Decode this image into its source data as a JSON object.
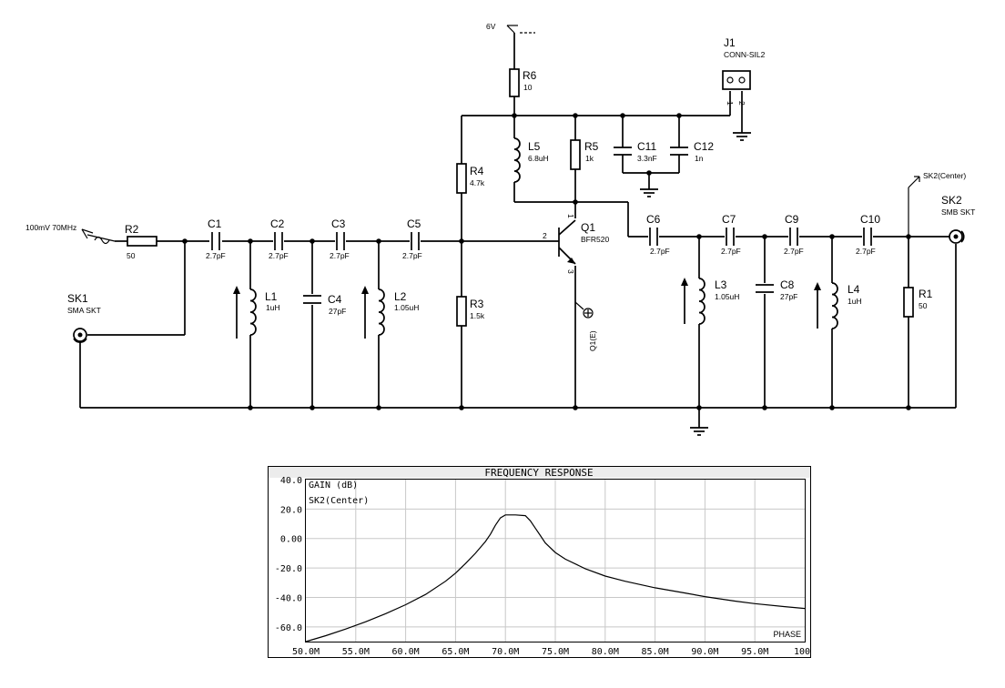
{
  "schematic": {
    "supply": {
      "label": "6V"
    },
    "source": {
      "label": "100mV 70MHz"
    },
    "components": {
      "R1": {
        "ref": "R1",
        "value": "50"
      },
      "R2": {
        "ref": "R2",
        "value": "50"
      },
      "R3": {
        "ref": "R3",
        "value": "1.5k"
      },
      "R4": {
        "ref": "R4",
        "value": "4.7k"
      },
      "R5": {
        "ref": "R5",
        "value": "1k"
      },
      "R6": {
        "ref": "R6",
        "value": "10"
      },
      "C1": {
        "ref": "C1",
        "value": "2.7pF"
      },
      "C2": {
        "ref": "C2",
        "value": "2.7pF"
      },
      "C3": {
        "ref": "C3",
        "value": "2.7pF"
      },
      "C4": {
        "ref": "C4",
        "value": "27pF"
      },
      "C5": {
        "ref": "C5",
        "value": "2.7pF"
      },
      "C6": {
        "ref": "C6",
        "value": "2.7pF"
      },
      "C7": {
        "ref": "C7",
        "value": "2.7pF"
      },
      "C8": {
        "ref": "C8",
        "value": "27pF"
      },
      "C9": {
        "ref": "C9",
        "value": "2.7pF"
      },
      "C10": {
        "ref": "C10",
        "value": "2.7pF"
      },
      "C11": {
        "ref": "C11",
        "value": "3.3nF"
      },
      "C12": {
        "ref": "C12",
        "value": "1n"
      },
      "L1": {
        "ref": "L1",
        "value": "1uH"
      },
      "L2": {
        "ref": "L2",
        "value": "1.05uH"
      },
      "L3": {
        "ref": "L3",
        "value": "1.05uH"
      },
      "L4": {
        "ref": "L4",
        "value": "1uH"
      },
      "L5": {
        "ref": "L5",
        "value": "6.8uH"
      },
      "Q1": {
        "ref": "Q1",
        "value": "BFR520"
      },
      "J1": {
        "ref": "J1",
        "value": "CONN-SIL2"
      },
      "SK1": {
        "ref": "SK1",
        "value": "SMA SKT"
      },
      "SK2": {
        "ref": "SK2",
        "value": "SMB SKT"
      }
    },
    "q1_pins": {
      "base": "2",
      "collector": "1",
      "emitter": "3"
    },
    "j1_pins": {
      "p1": "1",
      "p2": "2"
    },
    "probes": {
      "emitter": "Q1(E)",
      "output": "SK2(Center)"
    }
  },
  "chart_data": {
    "type": "line",
    "title": "FREQUENCY RESPONSE",
    "trace_label": "GAIN (dB)",
    "probe_label": "SK2(Center)",
    "corner_label": "PHASE",
    "xlim": [
      50,
      100
    ],
    "ylim": [
      -70,
      40
    ],
    "x_ticks": [
      {
        "v": 50,
        "label": "50.0M"
      },
      {
        "v": 55,
        "label": "55.0M"
      },
      {
        "v": 60,
        "label": "60.0M"
      },
      {
        "v": 65,
        "label": "65.0M"
      },
      {
        "v": 70,
        "label": "70.0M"
      },
      {
        "v": 75,
        "label": "75.0M"
      },
      {
        "v": 80,
        "label": "80.0M"
      },
      {
        "v": 85,
        "label": "85.0M"
      },
      {
        "v": 90,
        "label": "90.0M"
      },
      {
        "v": 95,
        "label": "95.0M"
      },
      {
        "v": 100,
        "label": "100M"
      }
    ],
    "y_ticks": [
      {
        "v": 40,
        "label": "40.0"
      },
      {
        "v": 20,
        "label": "20.0"
      },
      {
        "v": 0,
        "label": "0.00"
      },
      {
        "v": -20,
        "label": "-20.0"
      },
      {
        "v": -40,
        "label": "-40.0"
      },
      {
        "v": -60,
        "label": "-60.0"
      }
    ],
    "series": [
      {
        "color": "#000000",
        "x": [
          50,
          52,
          54,
          56,
          58,
          60,
          62,
          64,
          65,
          66,
          67,
          68,
          68.5,
          69,
          69.5,
          70,
          71,
          72,
          72.5,
          73,
          73.5,
          74,
          75,
          76,
          78,
          80,
          82,
          85,
          88,
          90,
          93,
          95,
          98,
          100
        ],
        "y": [
          -70,
          -66,
          -61.5,
          -56.5,
          -51,
          -45,
          -38,
          -29,
          -23.5,
          -17,
          -10,
          -2,
          3,
          9,
          14,
          16,
          16,
          15.5,
          12,
          7,
          2,
          -3,
          -9.5,
          -14,
          -20.5,
          -25.5,
          -29,
          -33.5,
          -37,
          -39.5,
          -42.5,
          -44.2,
          -46.3,
          -47.5
        ]
      }
    ]
  }
}
